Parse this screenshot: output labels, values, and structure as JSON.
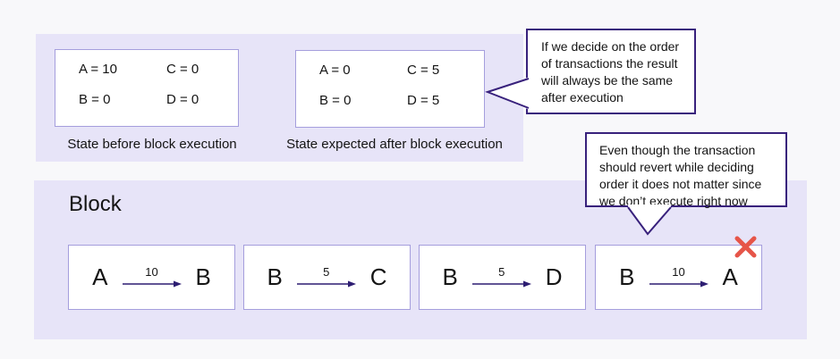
{
  "colors": {
    "page_bg": "#f8f8fa",
    "panel_bg": "#e7e4f8",
    "card_border": "#a59edd",
    "callout_border": "#38217c",
    "arrow": "#2d1d72",
    "reject_x": "#e65549"
  },
  "top_panel": {
    "states": [
      {
        "entries": [
          "A = 10",
          "C = 0",
          "B = 0",
          "D = 0"
        ],
        "caption": "State before block execution"
      },
      {
        "entries": [
          "A = 0",
          "C = 5",
          "B = 0",
          "D = 5"
        ],
        "caption": "State expected after block execution"
      }
    ]
  },
  "callouts": [
    {
      "lines": [
        "If we decide on the order",
        "of transactions the result",
        "will always be the same",
        "after execution"
      ]
    },
    {
      "lines": [
        "Even though the transaction",
        "should revert while deciding",
        "order it does not matter since",
        "we don’t execute right now"
      ]
    }
  ],
  "block": {
    "title": "Block",
    "transactions": [
      {
        "from": "A",
        "amount": "10",
        "to": "B",
        "rejected": false
      },
      {
        "from": "B",
        "amount": "5",
        "to": "C",
        "rejected": false
      },
      {
        "from": "B",
        "amount": "5",
        "to": "D",
        "rejected": false
      },
      {
        "from": "B",
        "amount": "10",
        "to": "A",
        "rejected": true
      }
    ]
  }
}
